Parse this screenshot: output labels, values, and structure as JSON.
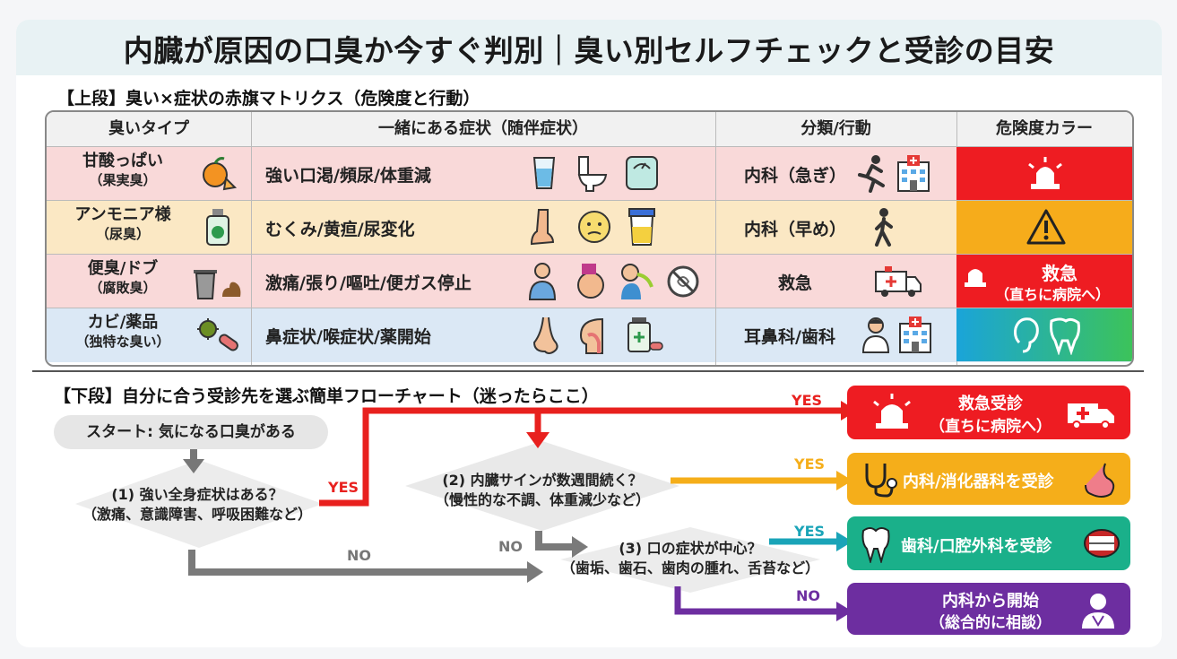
{
  "title": "内臓が原因の口臭か今すぐ判別｜臭い別セルフチェックと受診の目安",
  "top_section_label": "【上段】臭い×症状の赤旗マトリクス（危険度と行動）",
  "matrix": {
    "headers": [
      "臭いタイプ",
      "一緒にある症状（随伴症状）",
      "分類/行動",
      "危険度カラー"
    ],
    "rows": [
      {
        "smell": "甘酸っぱい",
        "smell_sub": "（果実臭）",
        "smell_icon": "orange-icon",
        "symptoms": "強い口渇/頻尿/体重減",
        "symptom_icons": [
          "water-glass-icon",
          "toilet-icon",
          "scale-icon"
        ],
        "action": "内科（急ぎ）",
        "action_icons": [
          "running-person-icon",
          "hospital-icon"
        ],
        "risk_color": "#ee1c22",
        "risk_icon": "siren-icon"
      },
      {
        "smell": "アンモニア様",
        "smell_sub": "（尿臭）",
        "smell_icon": "bottle-icon",
        "symptoms": "むくみ/黄疸/尿変化",
        "symptom_icons": [
          "swollen-leg-icon",
          "yellow-face-icon",
          "urine-cup-icon"
        ],
        "action": "内科（早め）",
        "action_icons": [
          "walking-person-icon"
        ],
        "risk_color": "#f6ac1b",
        "risk_icon": "warning-icon"
      },
      {
        "smell": "便臭/ドブ",
        "smell_sub": "（腐敗臭）",
        "smell_icon": "trash-can-icon",
        "symptoms": "激痛/張り/嘔吐/便ガス停止",
        "symptom_icons": [
          "pain-person-icon",
          "bloated-belly-icon",
          "vomiting-icon",
          "no-gas-icon"
        ],
        "action": "救急",
        "action_icons": [
          "ambulance-icon"
        ],
        "risk_color": "#ee1c22",
        "risk_icon": "siren-icon",
        "risk_text": "救急",
        "risk_text_sub": "（直ちに病院へ）"
      },
      {
        "smell": "カビ/薬品",
        "smell_sub": "（独特な臭い）",
        "smell_icon": "mold-pill-icon",
        "symptoms": "鼻症状/喉症状/薬開始",
        "symptom_icons": [
          "nose-icon",
          "throat-icon",
          "medicine-icon"
        ],
        "action": "耳鼻科/歯科",
        "action_icons": [
          "doctor-icon",
          "hospital-icon"
        ],
        "risk_color": "#1aa4d9",
        "risk_color2": "#3cc35a",
        "risk_icon": "ear-tooth-icon"
      }
    ]
  },
  "bottom_section_label": "【下段】自分に合う受診先を選ぶ簡単フローチャート（迷ったらここ）",
  "flow": {
    "start": "スタート: 気になる口臭がある",
    "q1_line1": "(1) 強い全身症状はある？",
    "q1_line2": "（激痛、意識障害、呼吸困難など）",
    "q2_line1": "(2) 内臓サインが数週間続く？",
    "q2_line2": "（慢性的な不調、体重減少など）",
    "q3_line1": "(3) 口の症状が中心？",
    "q3_line2": "（歯垢、歯石、歯肉の腫れ、舌苔など）",
    "yes": "YES",
    "no": "NO"
  },
  "destinations": [
    {
      "line1": "救急受診",
      "line2": "（直ちに病院へ）",
      "color": "#ee1c22"
    },
    {
      "line1": "内科/消化器科を受診",
      "color": "#f5ae1a"
    },
    {
      "line1": "歯科/口腔外科を受診",
      "color": "#1ab08a"
    },
    {
      "line1": "内科から開始",
      "line2": "（総合的に相談）",
      "color": "#6d2ea0"
    }
  ],
  "colors": {
    "red": "#ee1c22",
    "orange": "#f6ac1b",
    "teal": "#1ab08a",
    "purple": "#6d2ea0",
    "gray": "#777777"
  }
}
